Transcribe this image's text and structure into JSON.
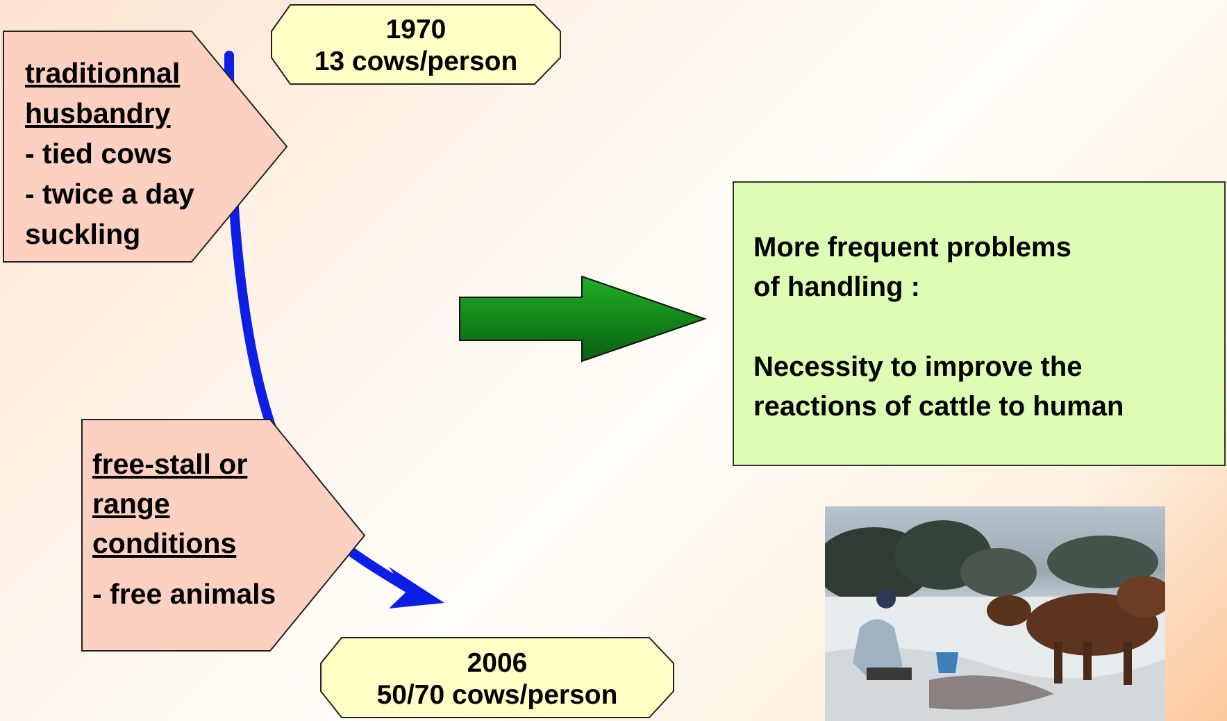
{
  "timeline": {
    "top": {
      "year": "1970",
      "ratio": "13 cows/person"
    },
    "bottom": {
      "year": "2006",
      "ratio": "50/70 cows/person"
    }
  },
  "traditional": {
    "heading_line1": "traditionnal",
    "heading_line2": "husbandry",
    "items": [
      "- tied cows",
      "- twice a day",
      "suckling"
    ]
  },
  "freestall": {
    "heading_line1": "free-stall or",
    "heading_line2": "range",
    "heading_line3": "conditions",
    "items": [
      "- free animals"
    ]
  },
  "conclusion": {
    "line1": "More frequent problems",
    "line2": "of handling :",
    "line3": "Necessity to improve the",
    "line4": "reactions of cattle  to human"
  },
  "colors": {
    "pink_box": "#fcd1c1",
    "yellow_box": "#ffffc6",
    "green_box": "#dcfdb3",
    "timeline_arrow": "#0d1ee6",
    "green_arrow_dark": "#0a6a10",
    "green_arrow_light": "#22b422"
  }
}
